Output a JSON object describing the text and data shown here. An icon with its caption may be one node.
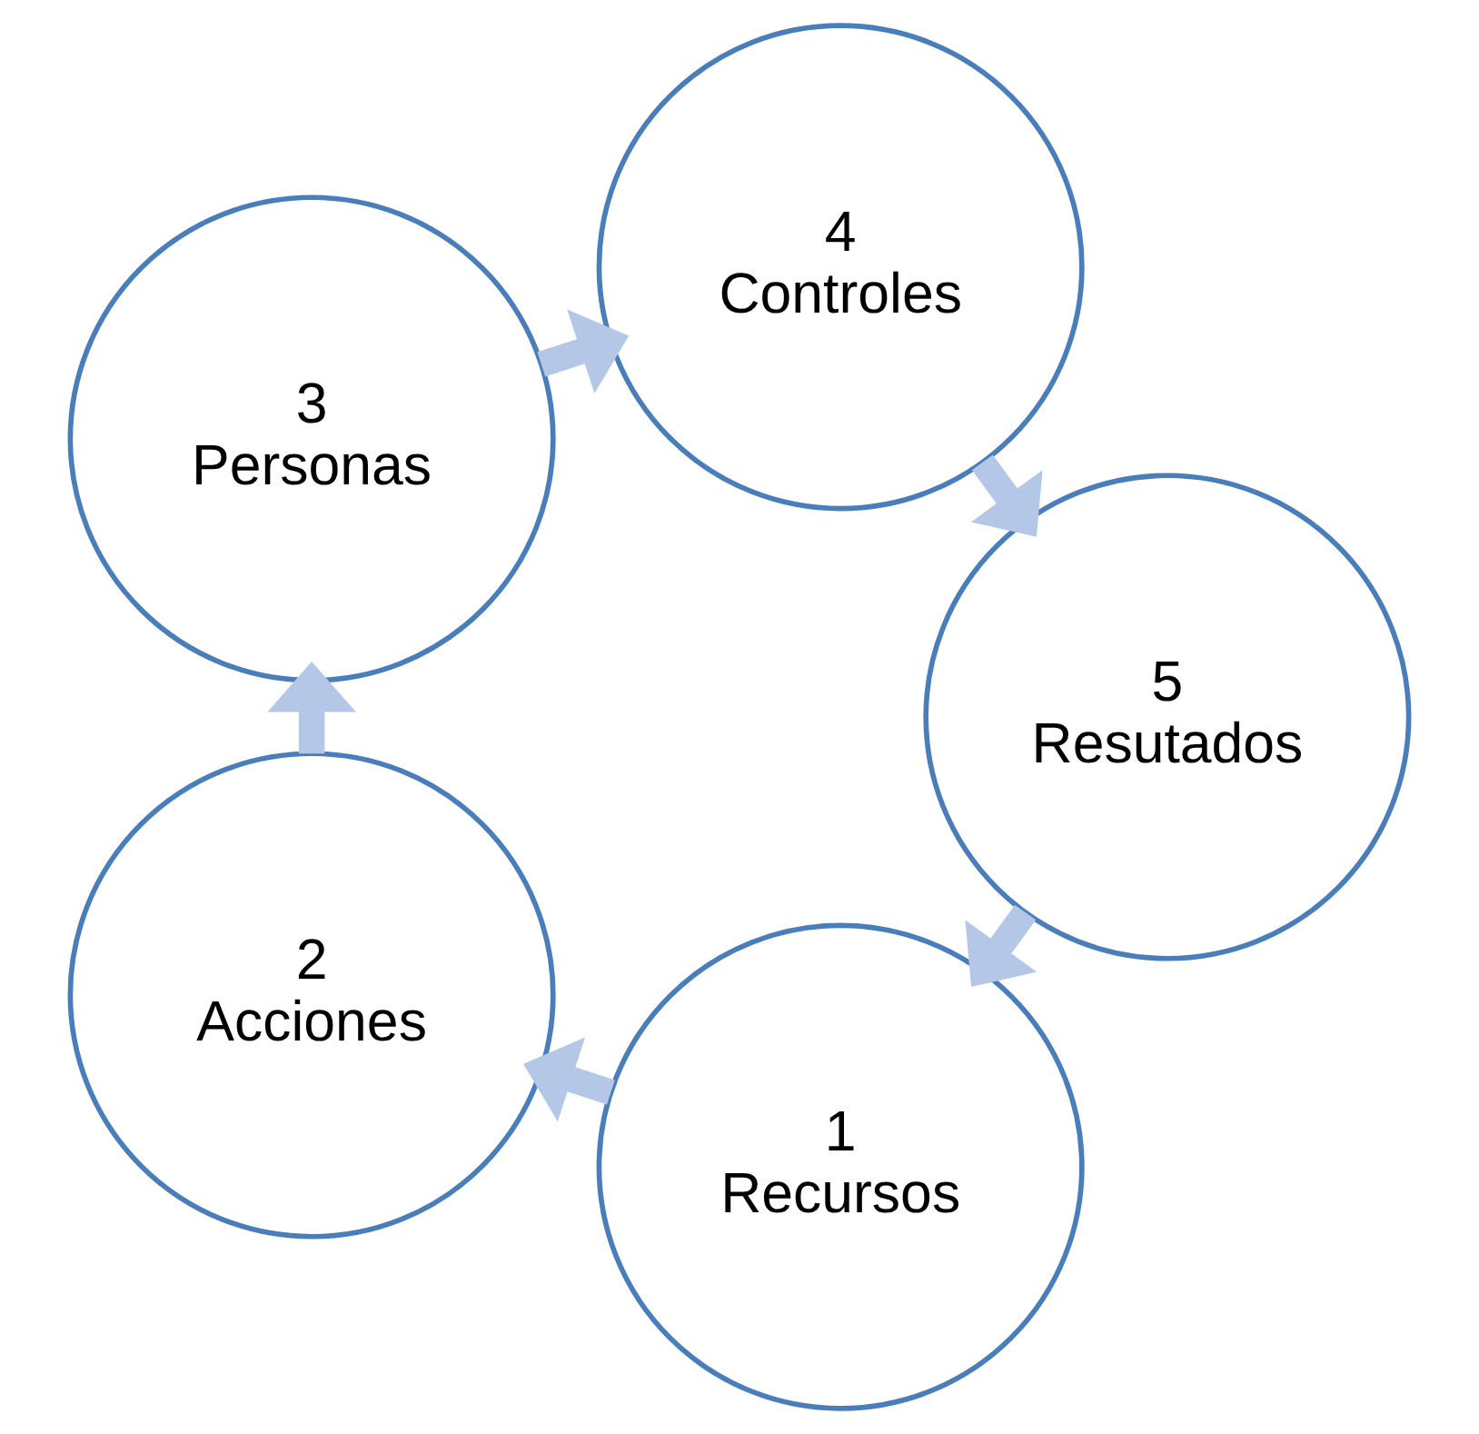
{
  "diagram": {
    "nodes": [
      {
        "text": [
          "1",
          "Recursos"
        ]
      },
      {
        "text": [
          "2",
          "Acciones"
        ]
      },
      {
        "text": [
          "3",
          "Personas"
        ]
      },
      {
        "text": [
          "4",
          "Controles"
        ]
      },
      {
        "text": [
          "5",
          "Resutados"
        ]
      }
    ],
    "edges": [
      {
        "from": 0,
        "to": 1,
        "arrow": "to"
      },
      {
        "from": 1,
        "to": 2,
        "arrow": "to"
      },
      {
        "from": 2,
        "to": 3,
        "arrow": "to"
      },
      {
        "from": 3,
        "to": 4,
        "arrow": "to"
      },
      {
        "from": 4,
        "to": 0,
        "arrow": "to"
      }
    ]
  }
}
